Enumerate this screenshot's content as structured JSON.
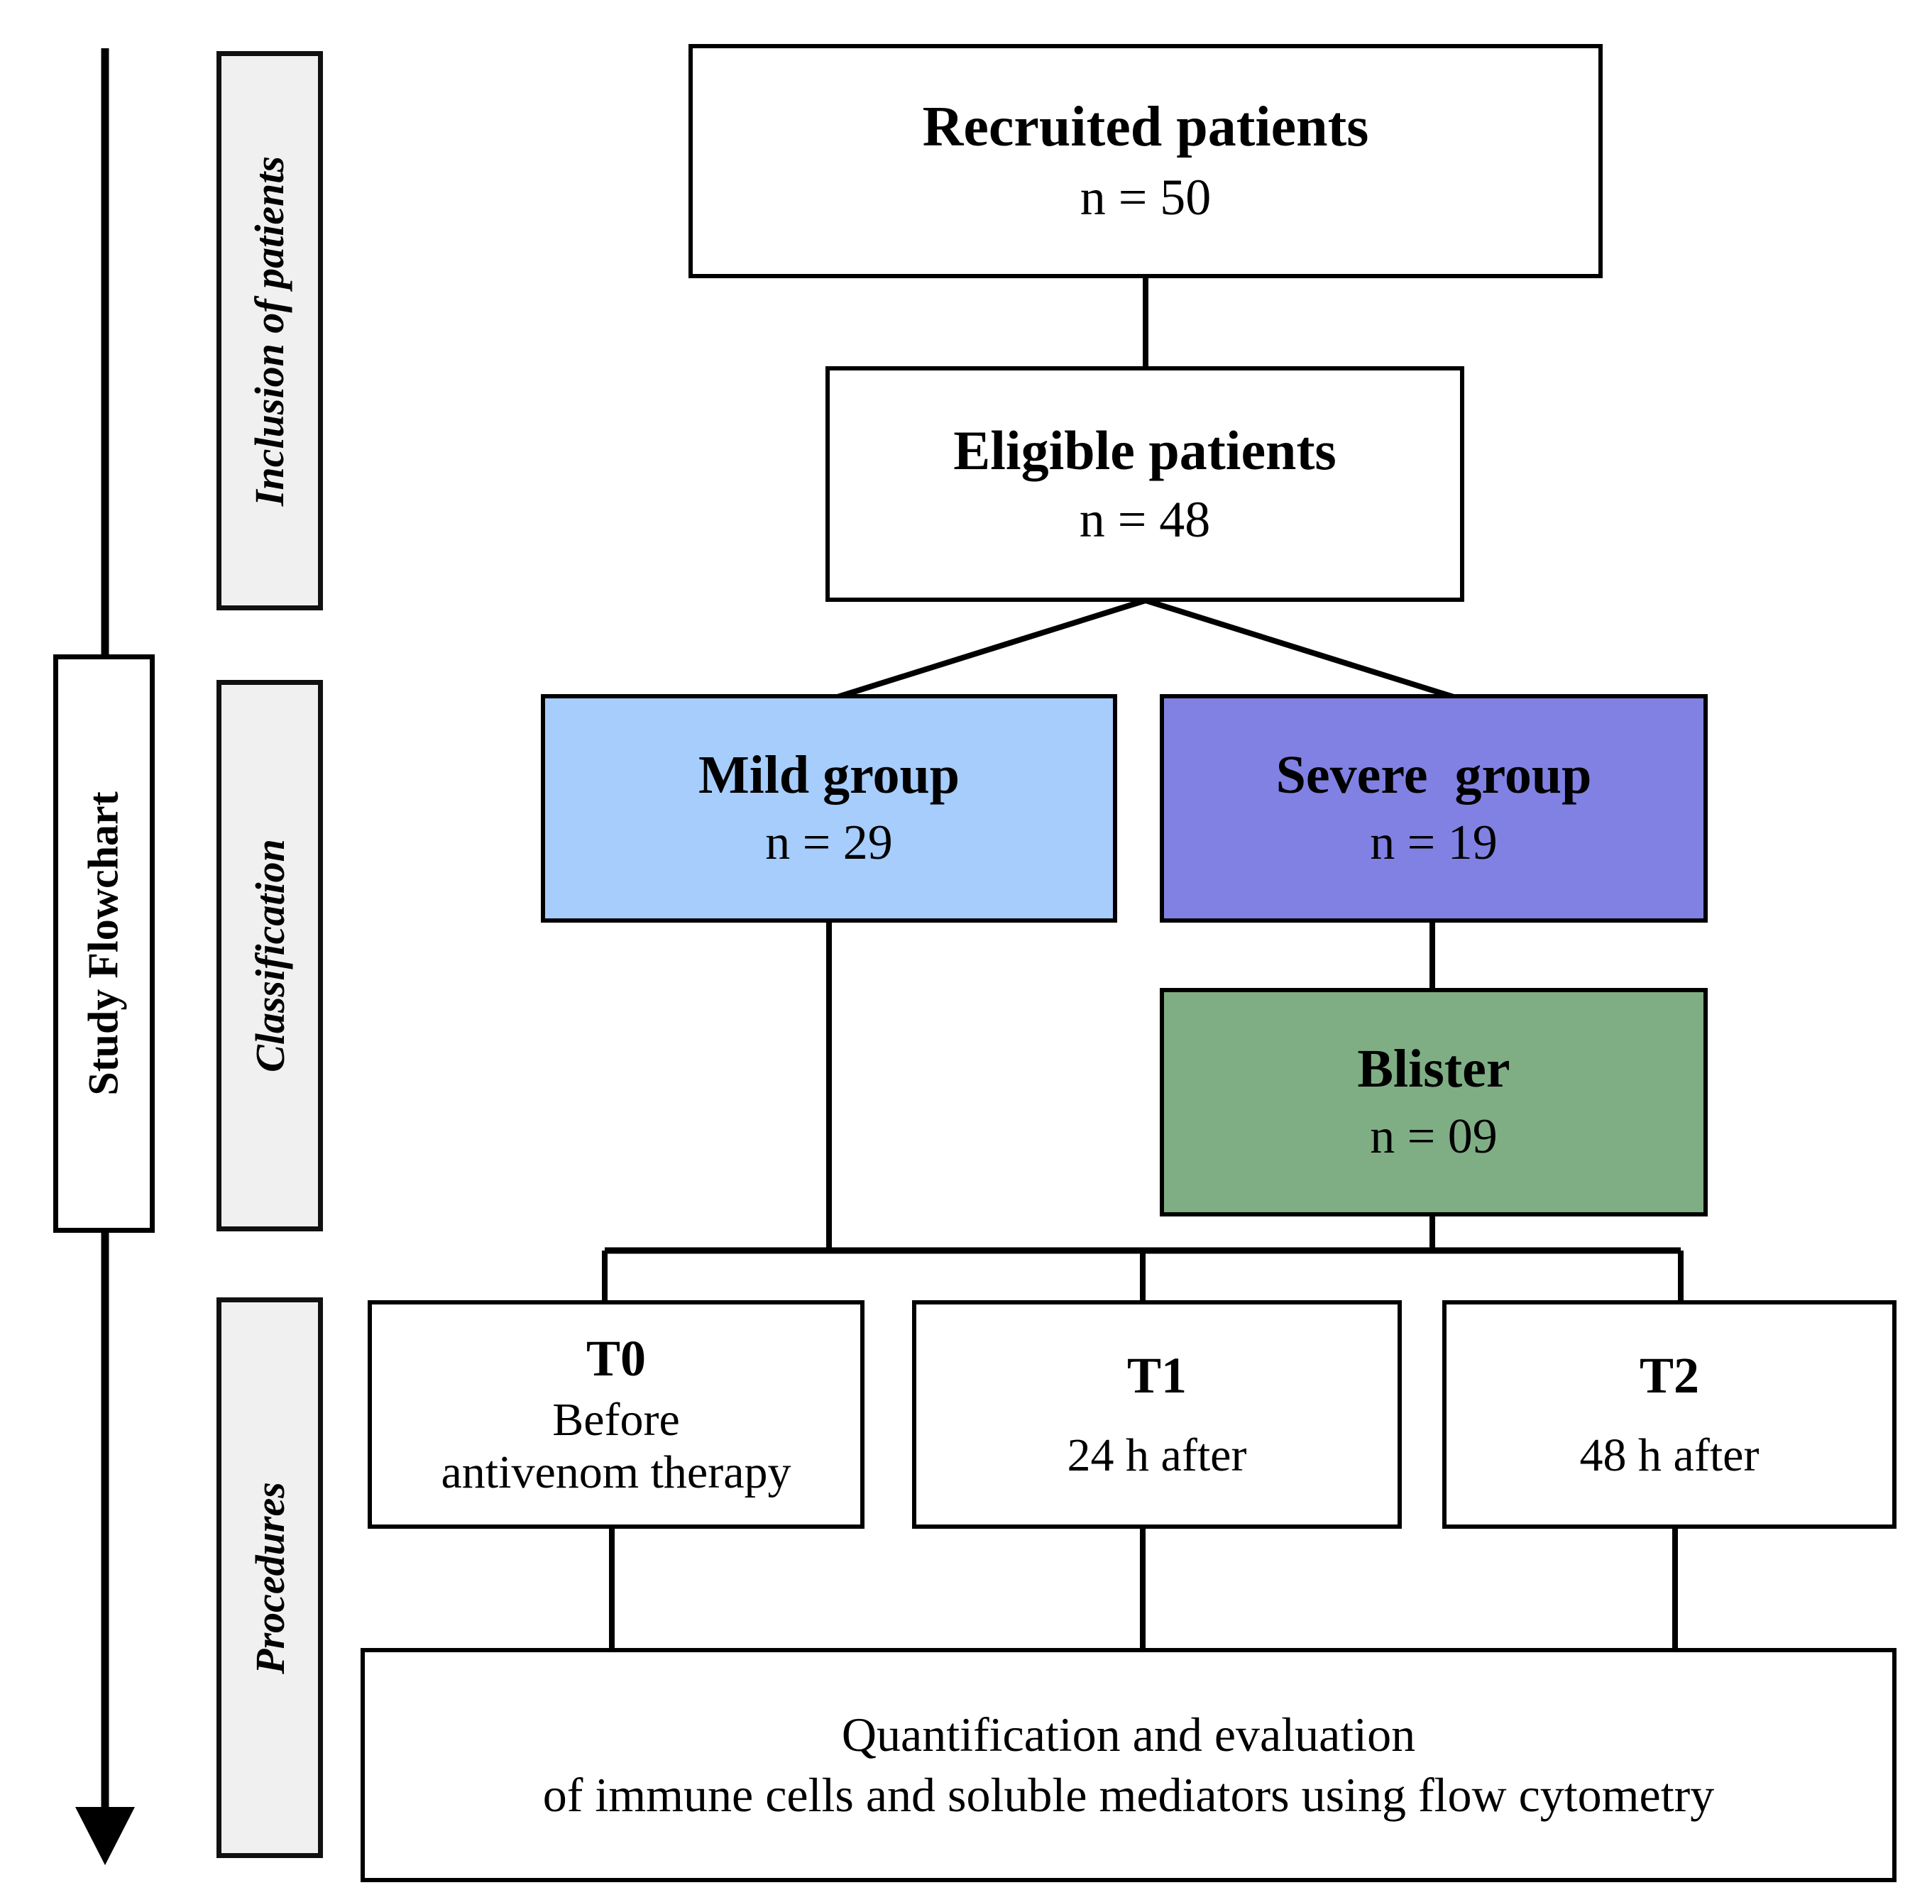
{
  "diagram": {
    "title": "Study Flowchart",
    "colors": {
      "mild": "#a6cdfb",
      "severe": "#8181e3",
      "blister": "#7fae85",
      "stage_label_bg": "#f0f0f0",
      "box_border": "#000000",
      "page_bg": "#ffffff"
    },
    "flow_axis_label": "Study Flowchart",
    "stages": [
      {
        "name": "stage-inclusion",
        "label": "Inclusion of patients"
      },
      {
        "name": "stage-classification",
        "label": "Classification"
      },
      {
        "name": "stage-procedures",
        "label": "Procedures"
      }
    ],
    "nodes": [
      {
        "name": "recruited-patients",
        "title": "Recruited patients",
        "sub": "n = 50",
        "fill": "#ffffff"
      },
      {
        "name": "eligible-patients",
        "title": "Eligible patients",
        "sub": "n = 48",
        "fill": "#ffffff"
      },
      {
        "name": "mild-group",
        "title": "Mild group",
        "sub": "n = 29",
        "fill": "#a6cdfb"
      },
      {
        "name": "severe-group",
        "title": "Severe  group",
        "sub": "n = 19",
        "fill": "#8181e3"
      },
      {
        "name": "blister",
        "title": "Blister",
        "sub": "n = 09",
        "fill": "#7fae85"
      },
      {
        "name": "timepoint-t0",
        "title": "T0",
        "sub": "Before\nantivenom therapy",
        "fill": "#ffffff"
      },
      {
        "name": "timepoint-t1",
        "title": "T1",
        "sub": "24 h after",
        "fill": "#ffffff"
      },
      {
        "name": "timepoint-t2",
        "title": "T2",
        "sub": "48 h after",
        "fill": "#ffffff"
      },
      {
        "name": "outcome",
        "title": "",
        "sub": "Quantification and evaluation\nof immune cells and soluble mediators using flow cytometry",
        "fill": "#ffffff"
      }
    ],
    "arrow": {
      "name": "study-direction-arrow",
      "direction": "down"
    }
  }
}
